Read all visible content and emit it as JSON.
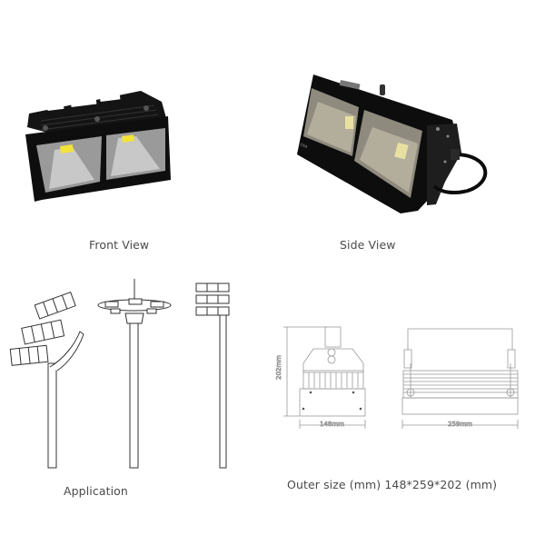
{
  "front_view": {
    "caption": "Front View",
    "image": "floodlight-front-photo",
    "housing_color": "#111111",
    "cob_chip_color": "#f3e23a"
  },
  "side_view": {
    "caption": "Side View",
    "image": "floodlight-side-photo",
    "housing_color": "#111111",
    "cob_chip_color": "#e8e0a0"
  },
  "application": {
    "caption": "Application",
    "illustrations": [
      "curved-bracket-pole-mount",
      "high-mast-ring-mount",
      "cross-arm-pole-mount"
    ]
  },
  "dimensions": {
    "caption": "Outer size (mm)  148*259*202 (mm)",
    "label": "Outer size (mm)",
    "value": "148*259*202 (mm)",
    "side_drawing": {
      "width_label": "148mm",
      "height_label": "202mm"
    },
    "front_drawing": {
      "width_label": "259mm"
    }
  }
}
